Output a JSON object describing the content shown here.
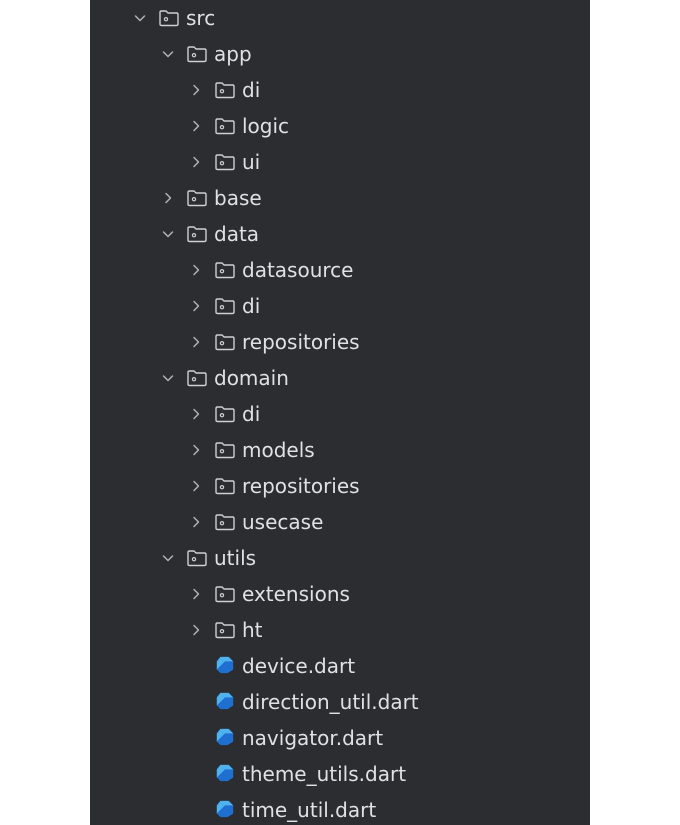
{
  "tree": [
    {
      "label": "src",
      "depth": 0,
      "kind": "folder",
      "expanded": true
    },
    {
      "label": "app",
      "depth": 1,
      "kind": "folder",
      "expanded": true
    },
    {
      "label": "di",
      "depth": 2,
      "kind": "folder",
      "expanded": false
    },
    {
      "label": "logic",
      "depth": 2,
      "kind": "folder",
      "expanded": false
    },
    {
      "label": "ui",
      "depth": 2,
      "kind": "folder",
      "expanded": false
    },
    {
      "label": "base",
      "depth": 1,
      "kind": "folder",
      "expanded": false
    },
    {
      "label": "data",
      "depth": 1,
      "kind": "folder",
      "expanded": true
    },
    {
      "label": "datasource",
      "depth": 2,
      "kind": "folder",
      "expanded": false
    },
    {
      "label": "di",
      "depth": 2,
      "kind": "folder",
      "expanded": false
    },
    {
      "label": "repositories",
      "depth": 2,
      "kind": "folder",
      "expanded": false
    },
    {
      "label": "domain",
      "depth": 1,
      "kind": "folder",
      "expanded": true
    },
    {
      "label": "di",
      "depth": 2,
      "kind": "folder",
      "expanded": false
    },
    {
      "label": "models",
      "depth": 2,
      "kind": "folder",
      "expanded": false
    },
    {
      "label": "repositories",
      "depth": 2,
      "kind": "folder",
      "expanded": false
    },
    {
      "label": "usecase",
      "depth": 2,
      "kind": "folder",
      "expanded": false
    },
    {
      "label": "utils",
      "depth": 1,
      "kind": "folder",
      "expanded": true
    },
    {
      "label": "extensions",
      "depth": 2,
      "kind": "folder",
      "expanded": false
    },
    {
      "label": "ht",
      "depth": 2,
      "kind": "folder",
      "expanded": false
    },
    {
      "label": "device.dart",
      "depth": 2,
      "kind": "dart"
    },
    {
      "label": "direction_util.dart",
      "depth": 2,
      "kind": "dart"
    },
    {
      "label": "navigator.dart",
      "depth": 2,
      "kind": "dart"
    },
    {
      "label": "theme_utils.dart",
      "depth": 2,
      "kind": "dart"
    },
    {
      "label": "time_util.dart",
      "depth": 2,
      "kind": "dart"
    }
  ],
  "colors": {
    "panel_bg": "#2b2d30",
    "text": "#dfe1e5",
    "chevron": "#aeb1b7",
    "folder_stroke": "#ced0d6",
    "dart_dark": "#1f6fd1",
    "dart_light": "#4fb2ef"
  },
  "icons": {
    "folder": "folder-icon",
    "dart": "dart-file-icon",
    "expanded": "chevron-down-icon",
    "collapsed": "chevron-right-icon"
  }
}
